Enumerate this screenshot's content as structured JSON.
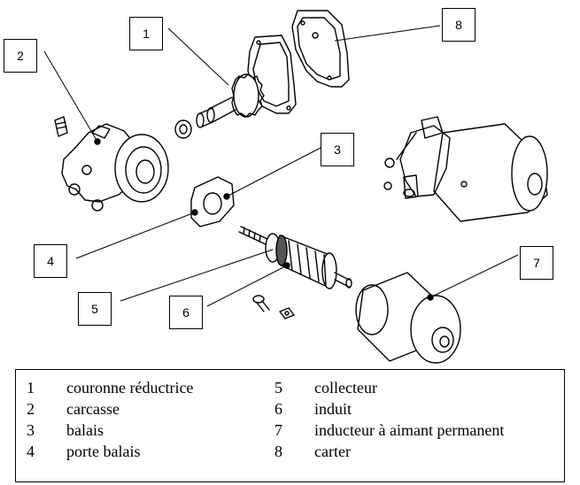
{
  "callouts": [
    "1",
    "2",
    "3",
    "4",
    "5",
    "6",
    "7",
    "8"
  ],
  "legend": [
    {
      "number": "1",
      "label": "couronne réductrice"
    },
    {
      "number": "2",
      "label": "carcasse"
    },
    {
      "number": "3",
      "label": "balais"
    },
    {
      "number": "4",
      "label": "porte balais"
    },
    {
      "number": "5",
      "label": "collecteur"
    },
    {
      "number": "6",
      "label": "induit"
    },
    {
      "number": "7",
      "label": "inducteur à aimant permanent"
    },
    {
      "number": "8",
      "label": "carter"
    }
  ]
}
